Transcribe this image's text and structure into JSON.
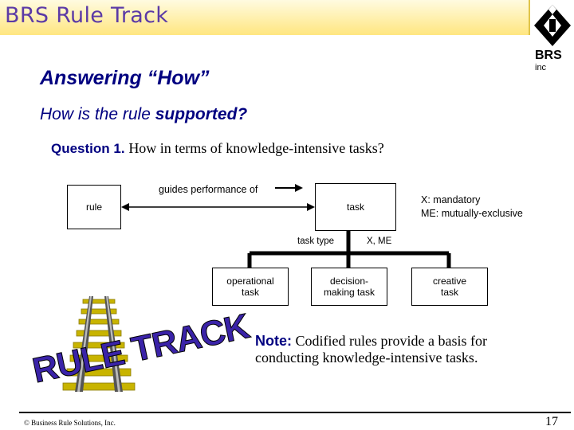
{
  "header": {
    "title": "BRS Rule Track"
  },
  "logo": {
    "name": "BRS",
    "sub": "inc"
  },
  "heading": "Answering “How”",
  "subheading": {
    "part1": "How is the rule",
    "part2": "supported?"
  },
  "question": {
    "label": "Question 1.",
    "text": "How in terms of knowledge-intensive tasks?"
  },
  "diagram": {
    "rule_box": "rule",
    "relation_label": "guides performance of",
    "task_box": "task",
    "legend": {
      "line1": "X:  mandatory",
      "line2": "ME: mutually-exclusive"
    },
    "task_type_label": "task type",
    "constraint_label": "X, ME",
    "subtypes": [
      "operational task",
      "decision-making task",
      "creative task"
    ]
  },
  "rule_track_logo_text": "RULE TRACK",
  "note": {
    "label": "Note:",
    "text": "Codified rules provide a basis for conducting knowledge-intensive tasks."
  },
  "footer": {
    "copyright": "© Business Rule Solutions, Inc.",
    "page": "17"
  }
}
